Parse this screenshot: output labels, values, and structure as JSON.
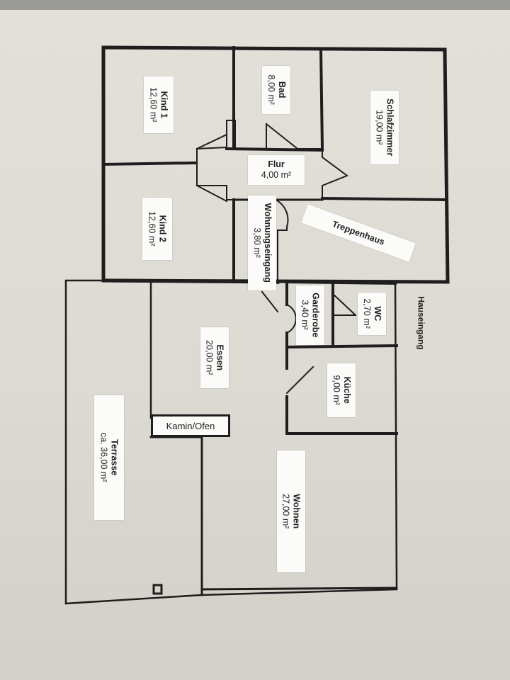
{
  "floorplan": {
    "rooms": {
      "kind1": {
        "name": "Kind 1",
        "area": "12,60 m²"
      },
      "bad": {
        "name": "Bad",
        "area": "8,00 m²"
      },
      "schlafzimmer": {
        "name": "Schlafzimmer",
        "area": "19,00 m²"
      },
      "flur": {
        "name": "Flur",
        "area": "4,00 m²"
      },
      "kind2": {
        "name": "Kind 2",
        "area": "12,60 m²"
      },
      "wohnungseingang": {
        "name": "Wohnungseingang",
        "area": "3,80 m²"
      },
      "treppenhaus": {
        "name": "Treppenhaus"
      },
      "garderobe": {
        "name": "Garderobe",
        "area": "3,40 m²"
      },
      "wc": {
        "name": "WC",
        "area": "2,70 m²"
      },
      "essen": {
        "name": "Essen",
        "area": "20,00 m²"
      },
      "kueche": {
        "name": "Küche",
        "area": "9,00 m²"
      },
      "terrasse": {
        "name": "Terrasse",
        "area": "ca. 36,00 m²"
      },
      "wohnen": {
        "name": "Wohnen",
        "area": "27,00 m²"
      }
    },
    "kamin_label": "Kamin/Ofen",
    "hauseingang_label": "Hauseingang",
    "colors": {
      "ink": "#1e1e1e",
      "paper": "#dedcd5",
      "label_bg": "#fbfbf9"
    }
  }
}
